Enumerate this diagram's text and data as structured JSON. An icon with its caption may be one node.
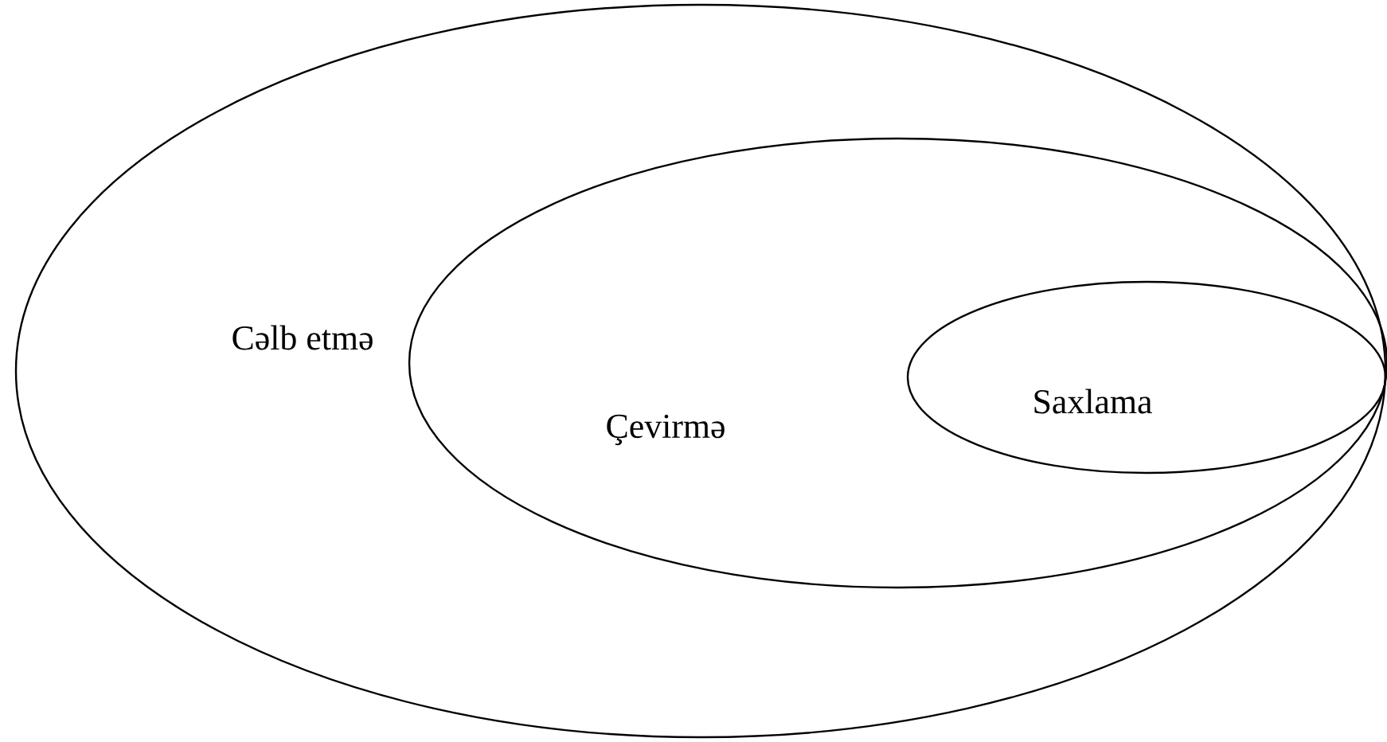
{
  "diagram": {
    "nodes": [
      {
        "text": [
          "Cəlb etmə"
        ]
      },
      {
        "text": [
          "Çevirmə"
        ],
        "in": 0
      },
      {
        "text": [
          "Saxlama"
        ],
        "in": 1
      }
    ]
  }
}
